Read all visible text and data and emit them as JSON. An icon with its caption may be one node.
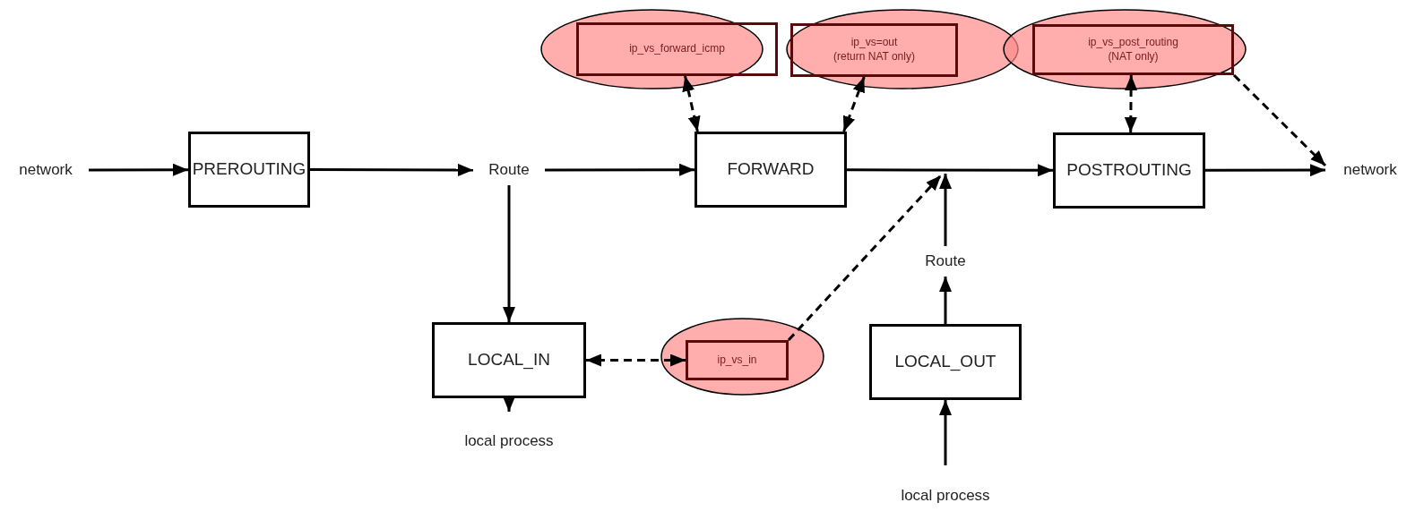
{
  "diagram": {
    "nodes": [
      {
        "text": [
          "network"
        ]
      },
      {
        "text": [
          "PREROUTING"
        ]
      },
      {
        "text": [
          "Route"
        ]
      },
      {
        "text": [
          "FORWARD"
        ]
      },
      {
        "text": [
          "POSTROUTING"
        ]
      },
      {
        "text": [
          "network"
        ]
      },
      {
        "text": [
          "LOCAL_IN"
        ]
      },
      {
        "text": [
          "local process"
        ]
      },
      {
        "text": [
          "Route"
        ]
      },
      {
        "text": [
          "LOCAL_OUT"
        ]
      },
      {
        "text": [
          "local process"
        ]
      },
      {
        "text": [],
        "shape": "ellipse"
      },
      {
        "text": [
          "ip_vs_forward_icmp"
        ],
        "in": 11
      },
      {
        "text": [],
        "shape": "ellipse"
      },
      {
        "text": [
          "ip_vs=out",
          "(return NAT only)"
        ],
        "in": 13
      },
      {
        "text": [],
        "shape": "ellipse"
      },
      {
        "text": [
          "ip_vs_post_routing",
          "(NAT only)"
        ],
        "in": 15
      },
      {
        "text": [],
        "shape": "ellipse"
      },
      {
        "text": [
          "ip_vs_in"
        ],
        "in": 17
      }
    ],
    "edges": [
      {
        "from": 0,
        "to": 1,
        "arrow": "to"
      },
      {
        "from": 1,
        "to": 2,
        "arrow": "to"
      },
      {
        "from": 2,
        "to": 3,
        "arrow": "to"
      },
      {
        "from": 3,
        "to": 4,
        "arrow": "to"
      },
      {
        "from": 4,
        "to": 5,
        "arrow": "to"
      },
      {
        "from": 2,
        "to": 6,
        "arrow": "to"
      },
      {
        "from": 6,
        "to": 7,
        "arrow": "to"
      },
      {
        "from": 10,
        "to": 9,
        "arrow": "to"
      },
      {
        "from": 9,
        "to": 8,
        "arrow": "to"
      },
      {
        "from": 8,
        "to": null,
        "arrow": "to"
      },
      {
        "from": 12,
        "to": 3,
        "arrow": "both",
        "style": "dashed"
      },
      {
        "from": 14,
        "to": 3,
        "arrow": "both",
        "style": "dashed"
      },
      {
        "from": 16,
        "to": 4,
        "arrow": "both",
        "style": "dashed"
      },
      {
        "from": 16,
        "to": 5,
        "arrow": "to",
        "style": "dashed"
      },
      {
        "from": 18,
        "to": 6,
        "arrow": "both",
        "style": "dashed"
      },
      {
        "from": 18,
        "to": null,
        "arrow": "to",
        "style": "dashed"
      }
    ]
  }
}
